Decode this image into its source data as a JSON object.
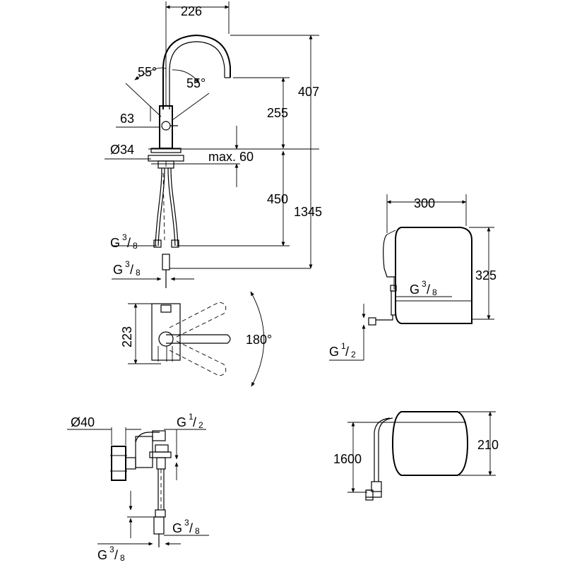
{
  "dimensions": {
    "top_width": "226",
    "angle_left": "55°",
    "angle_right": "55°",
    "height_total": "407",
    "height_upper": "255",
    "dim_63": "63",
    "dia_34": "Ø34",
    "max_60": "max. 60",
    "hose_450": "450",
    "hose_1345": "1345",
    "swivel_223": "223",
    "swivel_angle": "180°",
    "boiler_width": "300",
    "boiler_height": "325",
    "dia_40": "Ø40",
    "filter_height": "210",
    "cable_1600": "1600"
  },
  "threads": {
    "g38_a": {
      "g": "G",
      "num": "3",
      "den": "8"
    },
    "g38_b": {
      "g": "G",
      "num": "3",
      "den": "8"
    },
    "g38_c": {
      "g": "G",
      "num": "3",
      "den": "8"
    },
    "g38_d": {
      "g": "G",
      "num": "3",
      "den": "8"
    },
    "g38_e": {
      "g": "G",
      "num": "3",
      "den": "8"
    },
    "g12_a": {
      "g": "G",
      "num": "1",
      "den": "2"
    },
    "g12_b": {
      "g": "G",
      "num": "1",
      "den": "2"
    }
  }
}
